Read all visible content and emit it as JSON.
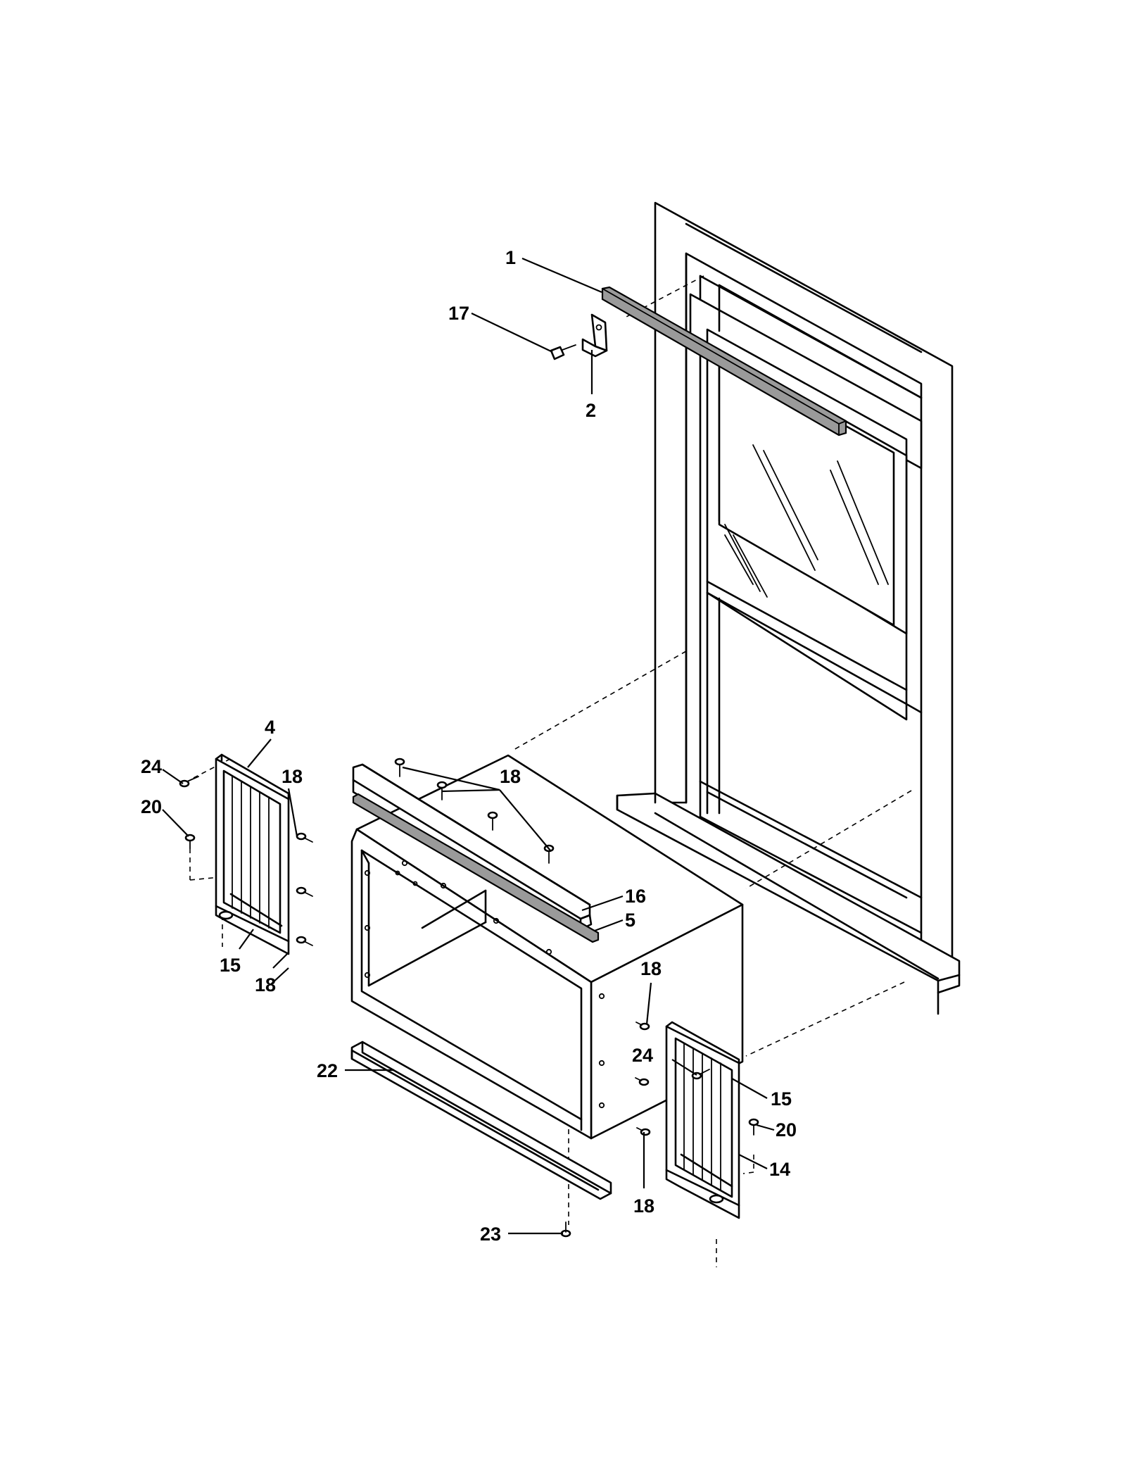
{
  "callouts": {
    "c1": "1",
    "c2": "2",
    "c4": "4",
    "c5": "5",
    "c14": "14",
    "c15_left": "15",
    "c15_right": "15",
    "c16": "16",
    "c17": "17",
    "c18_left_top": "18",
    "c18_left_bottom": "18",
    "c18_rail": "18",
    "c18_right_top": "18",
    "c18_right_bottom": "18",
    "c20_left": "20",
    "c20_right": "20",
    "c22": "22",
    "c23": "23",
    "c24_left": "24",
    "c24_right": "24"
  }
}
